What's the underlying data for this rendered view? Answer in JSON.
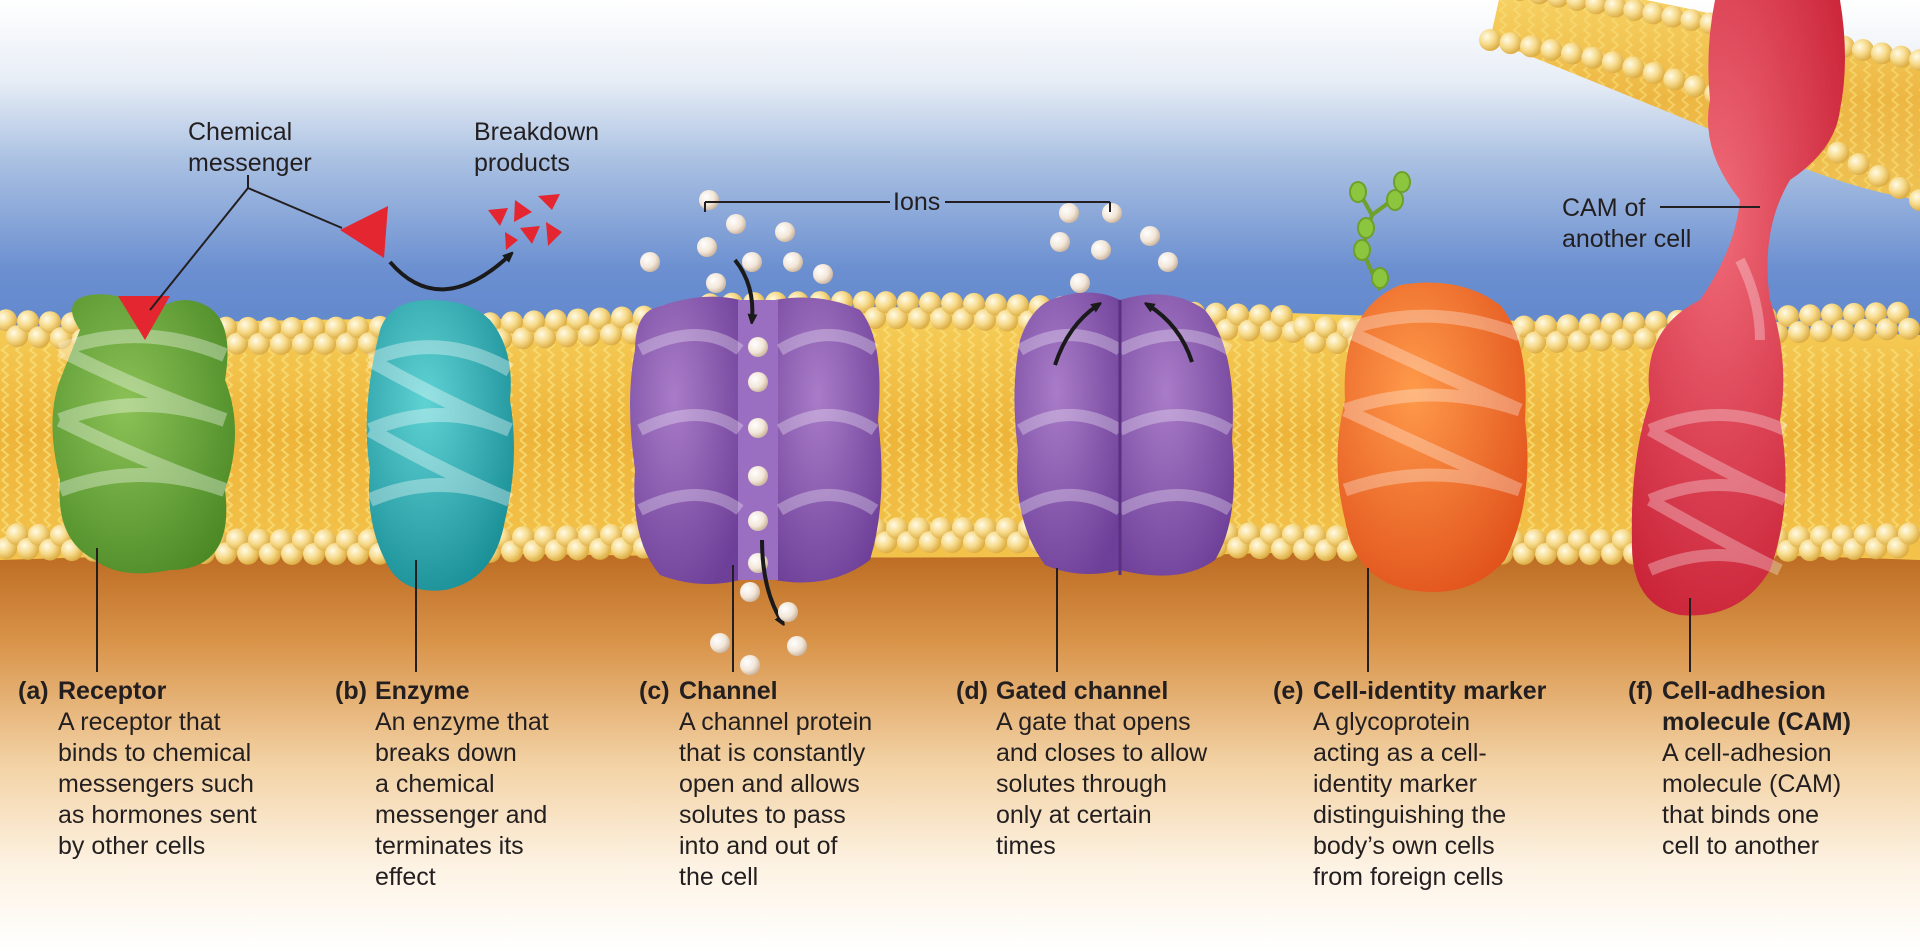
{
  "labels": {
    "chemical_messenger": "Chemical\nmessenger",
    "breakdown_products": "Breakdown\nproducts",
    "ions": "Ions",
    "cam_other_cell": "CAM of\nanother cell"
  },
  "captions": [
    {
      "tag": "(a)",
      "title": "Receptor",
      "desc": "A receptor that\nbinds to chemical\nmessengers such\nas hormones sent\nby other cells"
    },
    {
      "tag": "(b)",
      "title": "Enzyme",
      "desc": "An enzyme that\nbreaks down\na chemical\nmessenger and\nterminates its\neffect"
    },
    {
      "tag": "(c)",
      "title": "Channel",
      "desc": "A channel protein\nthat is constantly\nopen and allows\nsolutes to pass\ninto and out of\nthe cell"
    },
    {
      "tag": "(d)",
      "title": "Gated channel",
      "desc": "A gate that opens\nand closes to allow\nsolutes through\nonly at certain\ntimes"
    },
    {
      "tag": "(e)",
      "title": "Cell-identity marker",
      "desc": "A glycoprotein\nacting as a cell-\nidentity marker\ndistinguishing the\nbody’s own cells\nfrom foreign cells"
    },
    {
      "tag": "(f)",
      "title": "Cell-adhesion\nmolecule (CAM)",
      "desc": "A cell-adhesion\nmolecule (CAM)\nthat binds one\ncell to another"
    }
  ],
  "colors": {
    "receptor": "#6fa63a",
    "enzyme": "#2bb3b8",
    "channel": "#8e5bb5",
    "marker": "#f0752a",
    "cam": "#e2384a",
    "membrane": "#f2c24a",
    "messenger": "#e3262f",
    "glycan": "#8cc63f"
  }
}
